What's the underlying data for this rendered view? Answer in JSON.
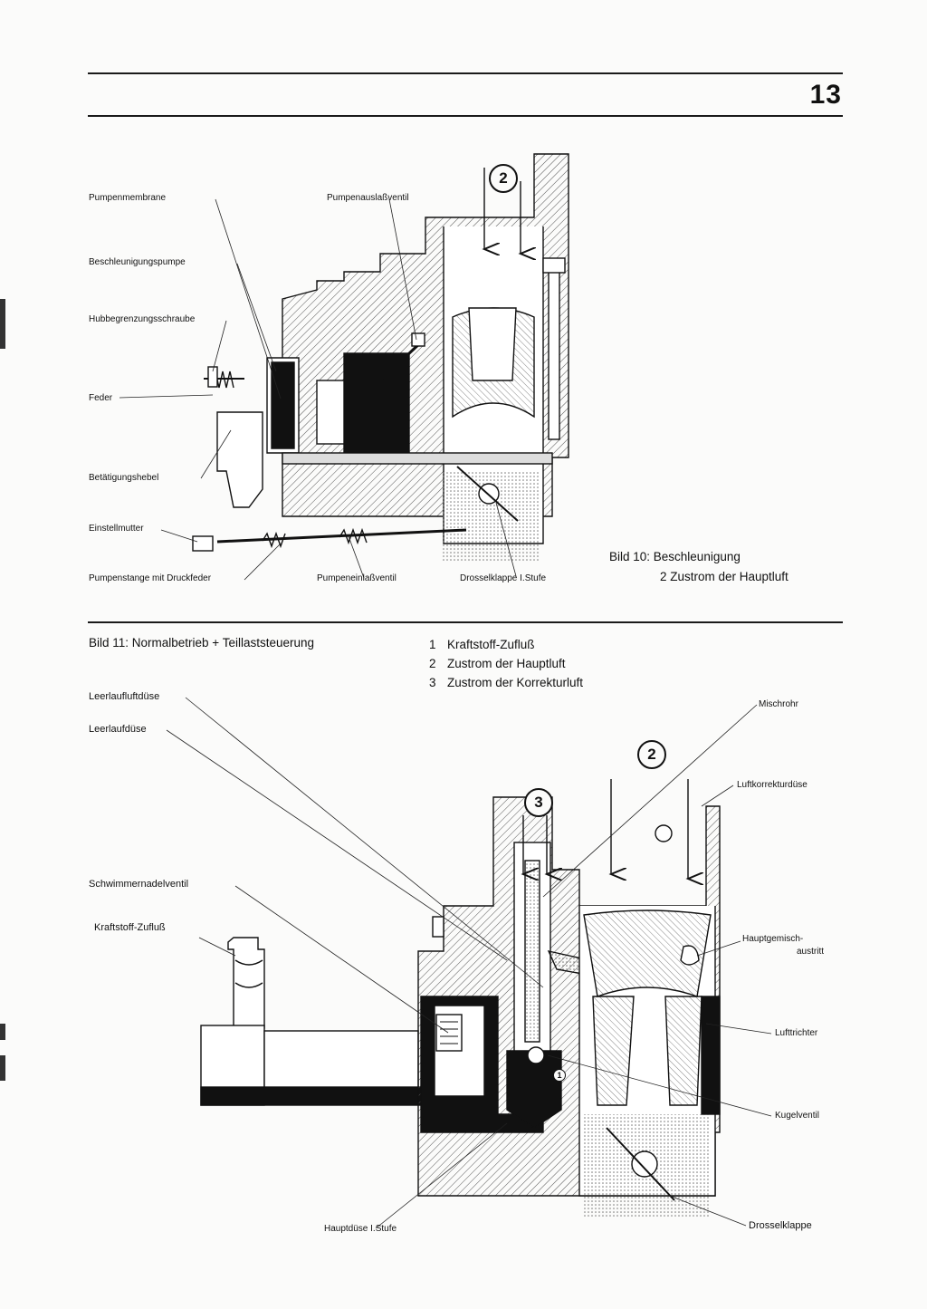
{
  "page": {
    "number": "13"
  },
  "figure10": {
    "caption_line1": "Bild 10: Beschleunigung",
    "caption_line2": "2  Zustrom der Hauptluft",
    "callout": "2",
    "labels": {
      "pumpenmembrane": "Pumpenmembrane",
      "pumpenauslassventil": "Pumpenauslaßventil",
      "beschleunigungspumpe": "Beschleunigungspumpe",
      "hubbegrenzungsschraube": "Hubbegrenzungsschraube",
      "feder": "Feder",
      "betaetigungshebel": "Betätigungshebel",
      "einstellmutter": "Einstellmutter",
      "pumpenstange": "Pumpenstange mit Druckfeder",
      "pumpeneinlassventil": "Pumpeneinlaßventil",
      "drosselklappe": "Drosselklappe I.Stufe"
    }
  },
  "figure11": {
    "caption": "Bild 11: Normalbetrieb + Teillaststeuerung",
    "legend": [
      {
        "num": "1",
        "text": "Kraftstoff-Zufluß"
      },
      {
        "num": "2",
        "text": "Zustrom der Hauptluft"
      },
      {
        "num": "3",
        "text": "Zustrom der Korrekturluft"
      }
    ],
    "callouts": {
      "c2": "2",
      "c3": "3",
      "c1": "1"
    },
    "labels": {
      "leerlaufluftduese": "Leerlaufluftdüse",
      "leerlaufduese": "Leerlaufdüse",
      "schwimmernadelventil": "Schwimmernadelventil",
      "kraftstoff_zufluss": "Kraftstoff-Zufluß",
      "mischrohr": "Mischrohr",
      "luftkorrekturduese": "Luftkorrekturdüse",
      "hauptgemisch_1": "Hauptgemisch-",
      "hauptgemisch_2": "austritt",
      "lufttrichter": "Lufttrichter",
      "kugelventil": "Kugelventil",
      "drosselklappe": "Drosselklappe",
      "hauptduese": "Hauptdüse I.Stufe"
    }
  },
  "colors": {
    "ink": "#111111",
    "paper": "#fbfbfa",
    "hatch": "#555555"
  }
}
